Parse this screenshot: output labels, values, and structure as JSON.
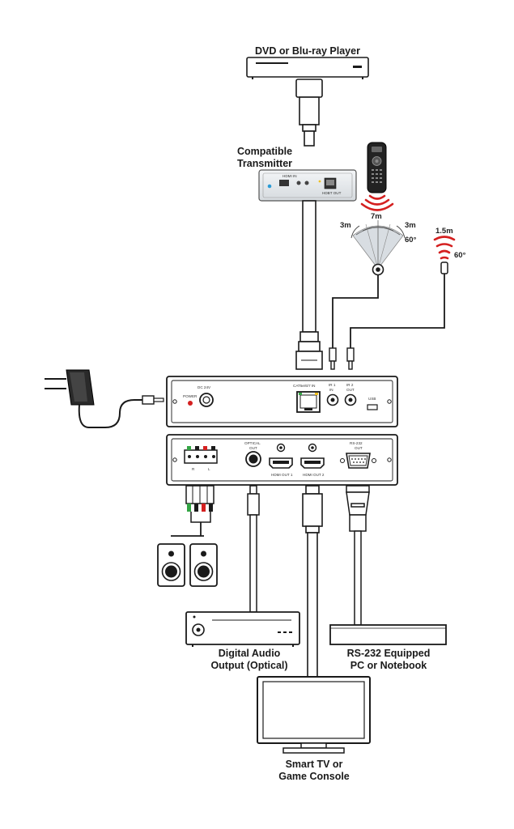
{
  "labels": {
    "dvd_player": "DVD or Blu-ray Player",
    "transmitter": [
      "Compatible",
      "Transmitter"
    ],
    "digital_audio": [
      "Digital Audio",
      "Output (Optical)"
    ],
    "rs232_pc": [
      "RS-232 Equipped",
      "PC or Notebook"
    ],
    "smart_tv": [
      "Smart TV or",
      "Game Console"
    ]
  },
  "ir_receiver": {
    "left_range": "3m",
    "center_range": "7m",
    "right_range": "3m",
    "angle": "60°"
  },
  "ir_blaster": {
    "range": "1.5m",
    "angle": "60°"
  },
  "receiver_front_ports": {
    "dc": "DC 24V",
    "power": "POWER",
    "hdbt": "CAT5e/6/7 IN",
    "ir1": "IR 1",
    "ir1_sub": "IN",
    "ir2": "IR 2",
    "ir2_sub": "OUT",
    "usb": "USB"
  },
  "receiver_back_ports": {
    "optical": "OPTICAL",
    "optical_sub": "OUT",
    "hdmi1": "HDMI OUT 1",
    "hdmi2": "HDMI OUT 2",
    "rs232": "RS-232",
    "rs232_sub": "OUT",
    "speaker_r": "R",
    "speaker_l": "L"
  },
  "transmitter_ports": {
    "hdmi": "HDMI IN",
    "hdbt": "HDBT OUT"
  },
  "colors": {
    "line": "#1a1a1a",
    "device_fill": "#ffffff",
    "cable_fill": "#ffffff",
    "red_led": "#d42020",
    "ir_red": "#d42020",
    "sector_fill": "#d8dde2"
  }
}
